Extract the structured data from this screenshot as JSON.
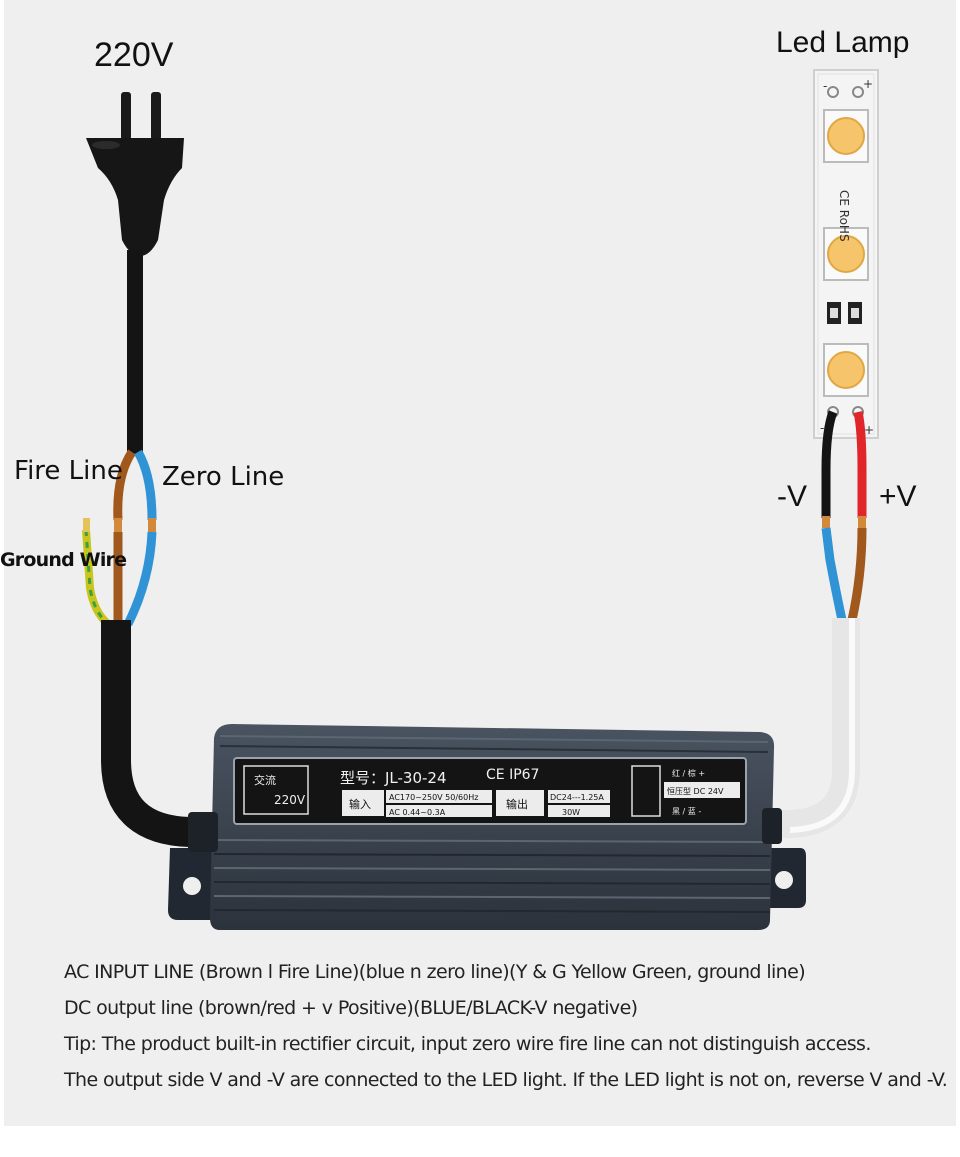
{
  "labels": {
    "input_voltage": "220V",
    "lamp": "Led Lamp",
    "fire_line": "Fire Line",
    "zero_line": "Zero Line",
    "ground_wire": "Ground Wire",
    "neg_v": "-V",
    "pos_v": "+V"
  },
  "device": {
    "model": "型号：JL-30-24",
    "cert": "CE IP67",
    "input_tag": "输入",
    "output_tag": "输出",
    "input_spec_1": "AC170~250V 50/60Hz",
    "input_spec_2": "AC 0.44~0.3A",
    "output_spec_1": "DC24---1.25A",
    "output_spec_2": "30W",
    "left_tag_1": "交流",
    "left_tag_2": "220V",
    "right_spec": "恒压型 DC 24V",
    "right_pos": "红 / 棕 +",
    "right_neg": "黑 / 蓝 -"
  },
  "strip": {
    "marks": "CE RoHS",
    "minus": "-",
    "plus": "+"
  },
  "notes": [
    "AC INPUT LINE (Brown l Fire Line)(blue n zero line)(Y & G Yellow Green, ground line)",
    "DC output line (brown/red + v Positive)(BLUE/BLACK-V negative)",
    "Tip: The product built-in rectifier circuit, input zero wire fire line can not distinguish access.",
    "The output side V and -V are connected to the LED light. If the LED light is not on, reverse V and -V."
  ],
  "colors": {
    "background": "#efefef",
    "brown": "#a0581c",
    "blue": "#2f93d6",
    "red": "#e0262a",
    "black": "#141414",
    "device": "#3b4450",
    "led": "#f6c46a"
  }
}
